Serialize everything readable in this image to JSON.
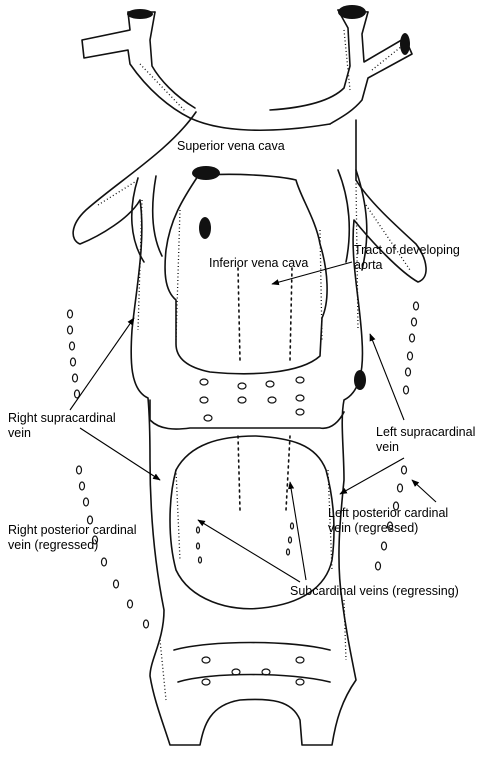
{
  "labels": {
    "superior_vena_cava": "Superior vena cava",
    "inferior_vena_cava": "Inferior vena cava",
    "tract_aorta_line1": "Tract of developing",
    "tract_aorta_line2": "aorta",
    "right_supracardinal_line1": "Right supracardinal",
    "right_supracardinal_line2": "vein",
    "left_supracardinal_line1": "Left supracardinal",
    "left_supracardinal_line2": "vein",
    "right_posterior_line1": "Right posterior cardinal",
    "right_posterior_line2": "vein (regressed)",
    "left_posterior_line1": "Left posterior cardinal",
    "left_posterior_line2": "vein (regressed)",
    "subcardinal": "Subcardinal veins (regressing)"
  }
}
